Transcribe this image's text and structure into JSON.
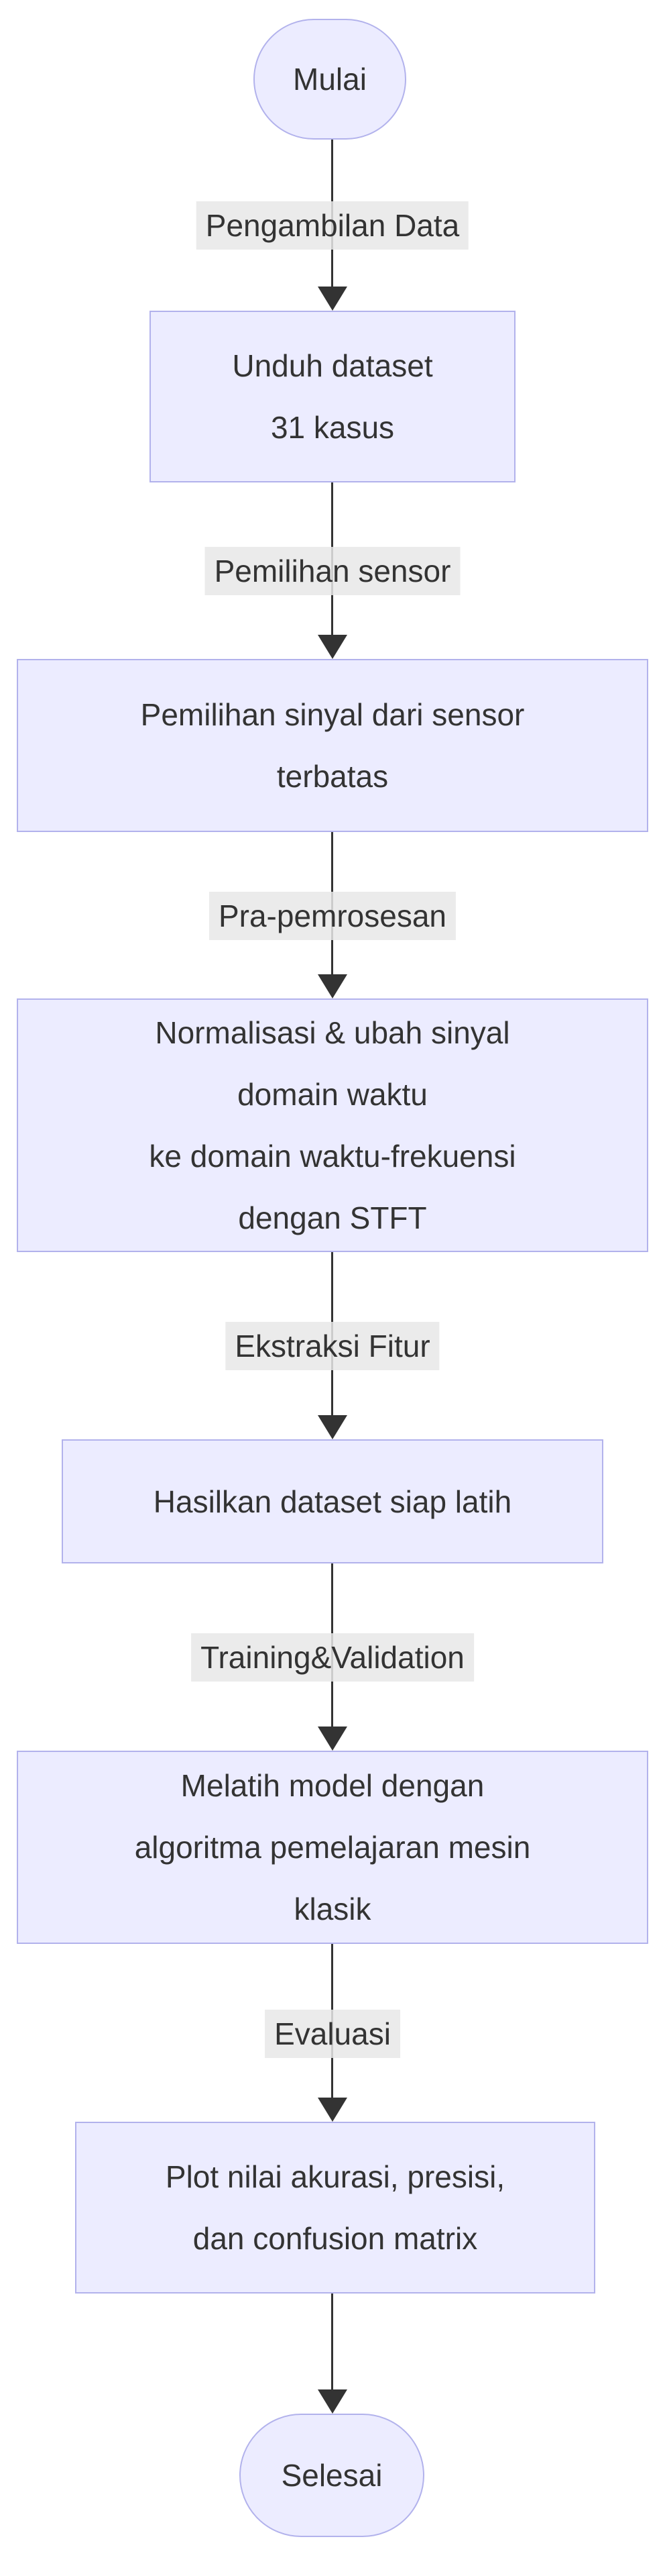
{
  "diagram": {
    "type": "flowchart",
    "direction": "top-down",
    "colors": {
      "background": "#ffffff",
      "node_fill": "#ECECFF",
      "node_border": "#b2b2ec",
      "edge_color": "#333333",
      "edge_label_bg": "#e8e8e8",
      "text": "#333333"
    },
    "nodes": [
      {
        "id": "start",
        "shape": "stadium",
        "lines": [
          "Mulai"
        ]
      },
      {
        "id": "step1",
        "shape": "rect",
        "lines": [
          "Unduh dataset",
          "31 kasus"
        ]
      },
      {
        "id": "step2",
        "shape": "rect",
        "lines": [
          "Pemilihan sinyal dari sensor",
          "terbatas"
        ]
      },
      {
        "id": "step3",
        "shape": "rect",
        "lines": [
          "Normalisasi & ubah sinyal",
          "domain waktu",
          "ke domain waktu-frekuensi",
          "dengan STFT"
        ]
      },
      {
        "id": "step4",
        "shape": "rect",
        "lines": [
          "Hasilkan dataset siap latih"
        ]
      },
      {
        "id": "step5",
        "shape": "rect",
        "lines": [
          "Melatih model dengan",
          "algoritma pemelajaran mesin",
          "klasik"
        ]
      },
      {
        "id": "step6",
        "shape": "rect",
        "lines": [
          "Plot nilai akurasi, presisi,",
          "dan confusion matrix"
        ]
      },
      {
        "id": "end",
        "shape": "stadium",
        "lines": [
          "Selesai"
        ]
      }
    ],
    "edges": [
      {
        "from": "start",
        "to": "step1",
        "label": "Pengambilan Data"
      },
      {
        "from": "step1",
        "to": "step2",
        "label": "Pemilihan sensor"
      },
      {
        "from": "step2",
        "to": "step3",
        "label": "Pra-pemrosesan"
      },
      {
        "from": "step3",
        "to": "step4",
        "label": "Ekstraksi Fitur"
      },
      {
        "from": "step4",
        "to": "step5",
        "label": "Training&Validation"
      },
      {
        "from": "step5",
        "to": "step6",
        "label": "Evaluasi"
      },
      {
        "from": "step6",
        "to": "end",
        "label": ""
      }
    ]
  }
}
